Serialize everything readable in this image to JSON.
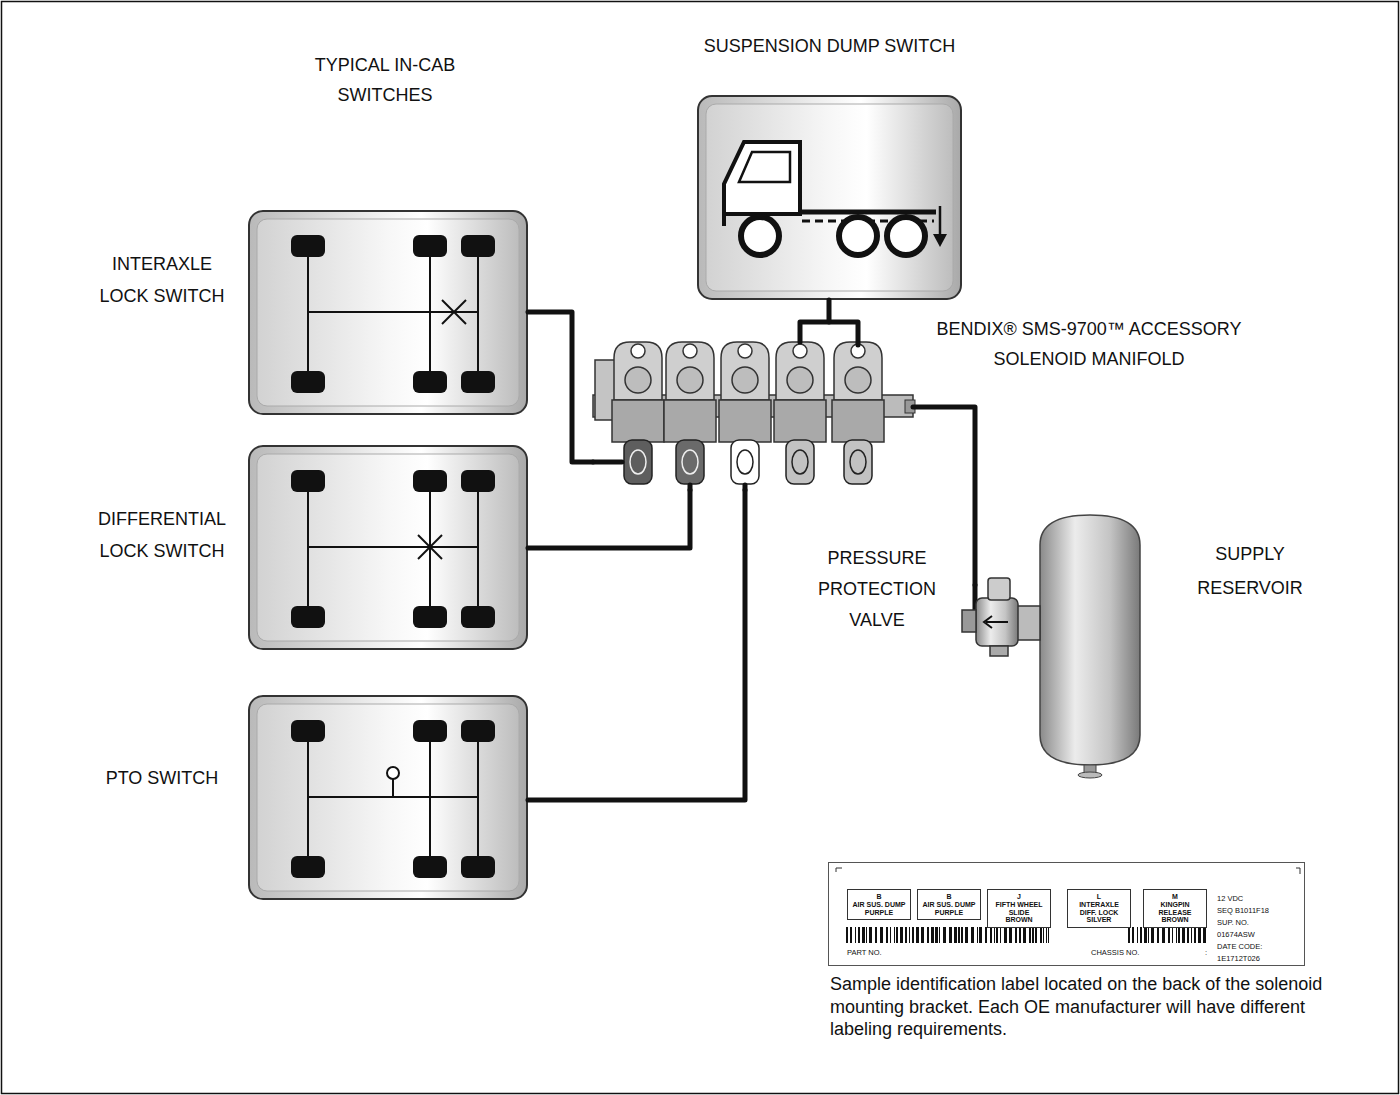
{
  "diagram": {
    "caption": "Sample identification label located on the back of the solenoid mounting bracket. Each OE manufacturer will have different labeling requirements.",
    "nodes": [
      {
        "text": [
          "SUSPENSION DUMP SWITCH"
        ]
      },
      {
        "text": [
          "INTERAXLE LOCK SWITCH"
        ]
      },
      {
        "text": [
          "BENDIX® SMS-9700™ ACCESSORY SOLENOID MANIFOLD"
        ]
      },
      {
        "text": [
          "DIFFERENTIAL LOCK SWITCH"
        ]
      },
      {
        "text": [
          "PRESSURE PROTECTION VALVE"
        ]
      },
      {
        "text": [
          "SUPPLY RESERVOIR"
        ]
      },
      {
        "text": [
          "PTO SWITCH"
        ]
      },
      {
        "text": [
          "12 VDC",
          "SEQ B1011F18",
          "SUP. NO.",
          "01674ASW",
          "DATE CODE:",
          "1E1712T026",
          "PART NO.",
          "CHASSIS NO.",
          ":"
        ]
      },
      {
        "text": [
          "B",
          "AIR SUS. DUMP",
          "PURPLE"
        ],
        "in": 7
      },
      {
        "text": [
          "B",
          "AIR SUS. DUMP",
          "PURPLE"
        ],
        "in": 7
      },
      {
        "text": [
          "J",
          "FIFTH WHEEL SLIDE",
          "BROWN"
        ],
        "in": 7
      },
      {
        "text": [
          "L",
          "INTERAXLE DIFF. LOCK",
          "SILVER"
        ],
        "in": 7
      },
      {
        "text": [
          "M",
          "KINGPIN RELEASE",
          "BROWN"
        ],
        "in": 7
      }
    ],
    "edges": [
      {
        "from": 0,
        "to": 2,
        "arrow": "none"
      },
      {
        "from": 1,
        "to": 2,
        "arrow": "none"
      },
      {
        "from": 3,
        "to": 2,
        "arrow": "none"
      },
      {
        "from": 6,
        "to": 2,
        "arrow": "none"
      },
      {
        "from": 2,
        "to": 4,
        "arrow": "none"
      }
    ],
    "labels": [
      "TYPICAL IN-CAB SWITCHES"
    ]
  }
}
